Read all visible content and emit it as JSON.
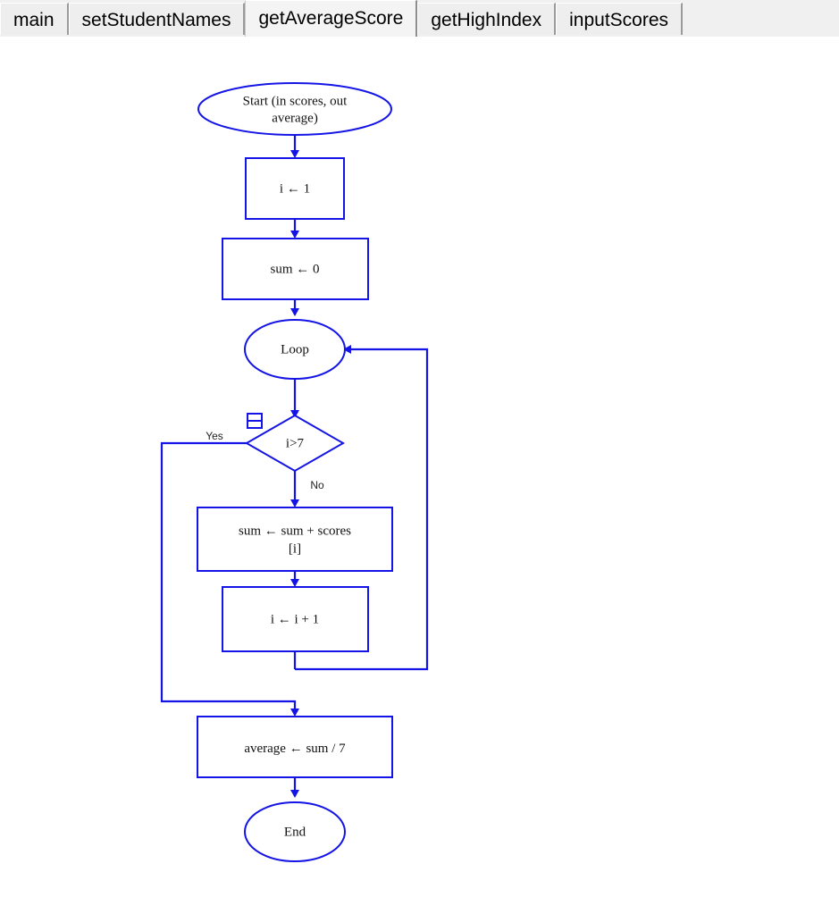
{
  "window": {
    "title": "getAverageScore"
  },
  "tabs": {
    "items": [
      {
        "label": "main",
        "active": false
      },
      {
        "label": "setStudentNames",
        "active": false
      },
      {
        "label": "getAverageScore",
        "active": true
      },
      {
        "label": "getHighIndex",
        "active": false
      },
      {
        "label": "inputScores",
        "active": false
      }
    ]
  },
  "flowchart": {
    "nodes": {
      "start": {
        "shape": "oval",
        "line1": "Start (in scores, out",
        "line2": "average)"
      },
      "init_i": {
        "shape": "rect",
        "line1": "i ← 1"
      },
      "init_sum": {
        "shape": "rect",
        "line1": "sum ← 0"
      },
      "loop": {
        "shape": "oval",
        "line1": "Loop"
      },
      "decision": {
        "shape": "diamond",
        "line1": "i>7"
      },
      "accumulate": {
        "shape": "rect",
        "line1": "sum ← sum + scores",
        "line2": "[i]"
      },
      "increment": {
        "shape": "rect",
        "line1": "i ← i + 1"
      },
      "average": {
        "shape": "rect",
        "line1": "average ← sum",
        "line2": " / 7"
      },
      "end": {
        "shape": "oval",
        "line1": "End"
      }
    },
    "branch_labels": {
      "yes": "Yes",
      "no": "No"
    },
    "icons": {
      "collapse": "collapse-box-icon"
    },
    "colors": {
      "shape_stroke": "#1414e6",
      "shape_fill": "#ffffff",
      "connector": "#1414e6",
      "text": "#111111",
      "dim_text": "#8d8d8d",
      "canvas": "#ffffff",
      "tabstrip": "#f0f0f0",
      "tab_active": "#f4f4f4"
    }
  }
}
